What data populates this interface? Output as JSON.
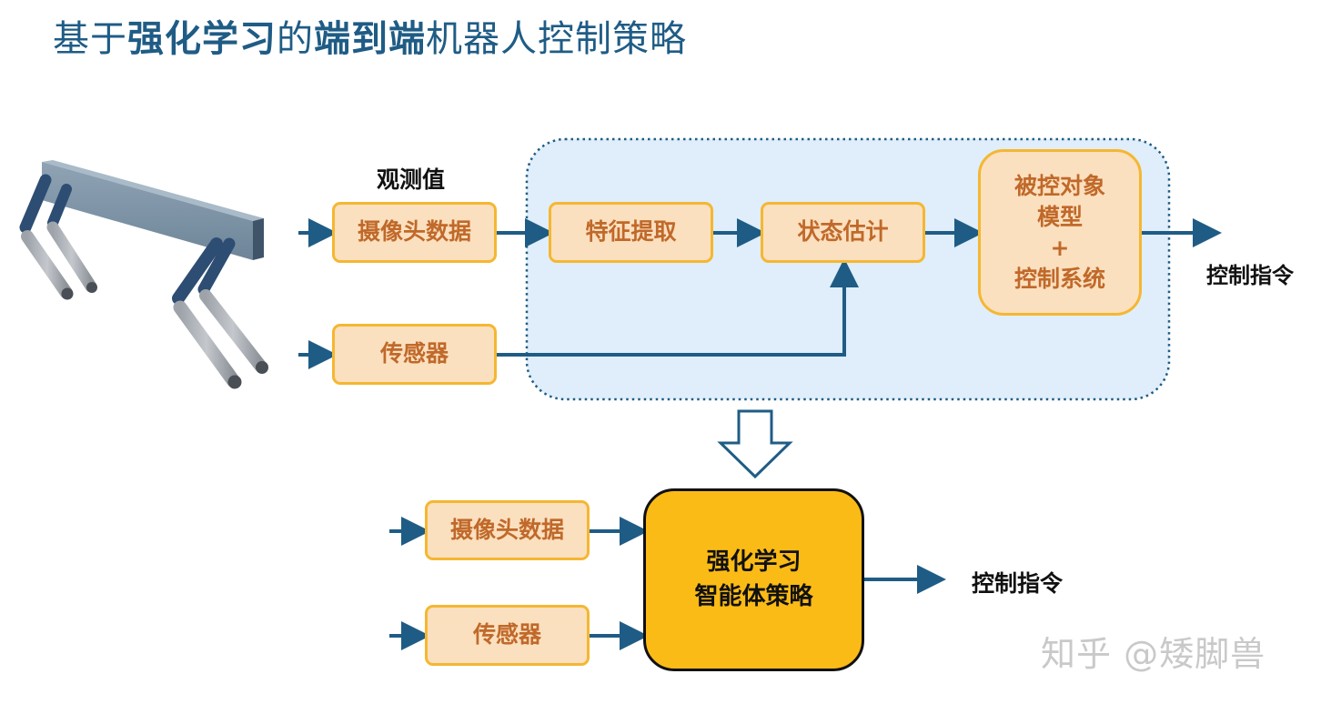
{
  "title": {
    "part1": "基于",
    "part2": "强化学习",
    "part3": "的",
    "part4": "端到端",
    "part5": "机器人控制策略"
  },
  "top_diagram": {
    "observation_label": "观测值",
    "camera_box": "摄像头数据",
    "sensor_box": "传感器",
    "feature_box": "特征提取",
    "state_box": "状态估计",
    "model_box": {
      "line1": "被控对象",
      "line2": "模型",
      "line3": "+",
      "line4": "控制系统"
    },
    "output_label": "控制指令"
  },
  "bottom_diagram": {
    "camera_box": "摄像头数据",
    "sensor_box": "传感器",
    "agent": {
      "line1": "强化学习",
      "line2": "智能体策略"
    },
    "output_label": "控制指令"
  },
  "watermark": "知乎 @矮脚兽",
  "colors": {
    "title": "#1f5c85",
    "arrow": "#1f5c85",
    "box_fill": "#fbe0bf",
    "box_border": "#f5b731",
    "box_text": "#c0692a",
    "agent_fill": "#fbbb16",
    "region_fill": "#dfeefa"
  }
}
